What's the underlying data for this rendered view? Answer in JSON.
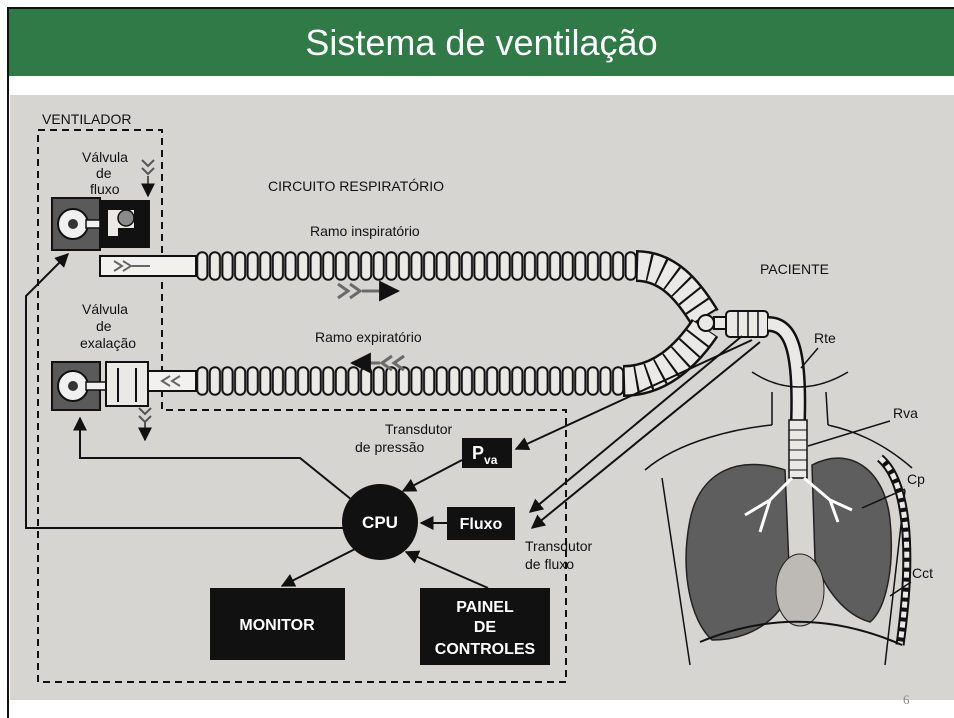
{
  "slide": {
    "title": "Sistema de ventilação",
    "page_number": "6"
  },
  "diagram": {
    "ventilator_label": "VENTILADOR",
    "flow_valve_label": [
      "Válvula",
      "de",
      "fluxo"
    ],
    "exhalation_valve_label": [
      "Válvula",
      "de",
      "exalação"
    ],
    "circuit_label": "CIRCUITO RESPIRATÓRIO",
    "inspiratory_branch": "Ramo inspiratório",
    "expiratory_branch": "Ramo expiratório",
    "patient_label": "PACIENTE",
    "pressure_transducer_label": [
      "Transdutor",
      "de pressão"
    ],
    "pressure_box": {
      "main": "P",
      "sub": "va"
    },
    "cpu": "CPU",
    "flow_box": "Fluxo",
    "flow_transducer_label": [
      "Transdutor",
      "de fluxo"
    ],
    "monitor": "MONITOR",
    "control_panel": [
      "PAINEL",
      "DE",
      "CONTROLES"
    ],
    "patient_params": {
      "rte": "Rte",
      "rva": "Rva",
      "cp": "Cp",
      "cct": "Cct"
    }
  },
  "colors": {
    "title_bar": "#2f7a46",
    "title_text": "#ffffff",
    "diagram_bg": "#d7d5d1",
    "boxes": "#111111",
    "lungs": "#5e5e5e"
  }
}
